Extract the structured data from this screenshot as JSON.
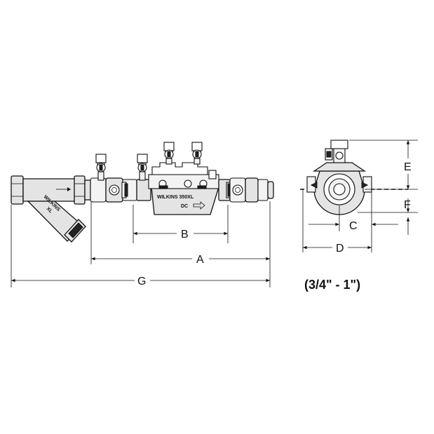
{
  "diagram": {
    "dimension_labels": {
      "a": "A",
      "b": "B",
      "c": "C",
      "d": "D",
      "e": "E",
      "f": "F",
      "g": "G"
    },
    "castings": {
      "strainer_brand": "WILKINS",
      "strainer_model": "XL",
      "valve_brand_model": "WILKINS 350XL",
      "valve_code": "DC"
    },
    "size_range": "(3/4\" - 1\")"
  }
}
